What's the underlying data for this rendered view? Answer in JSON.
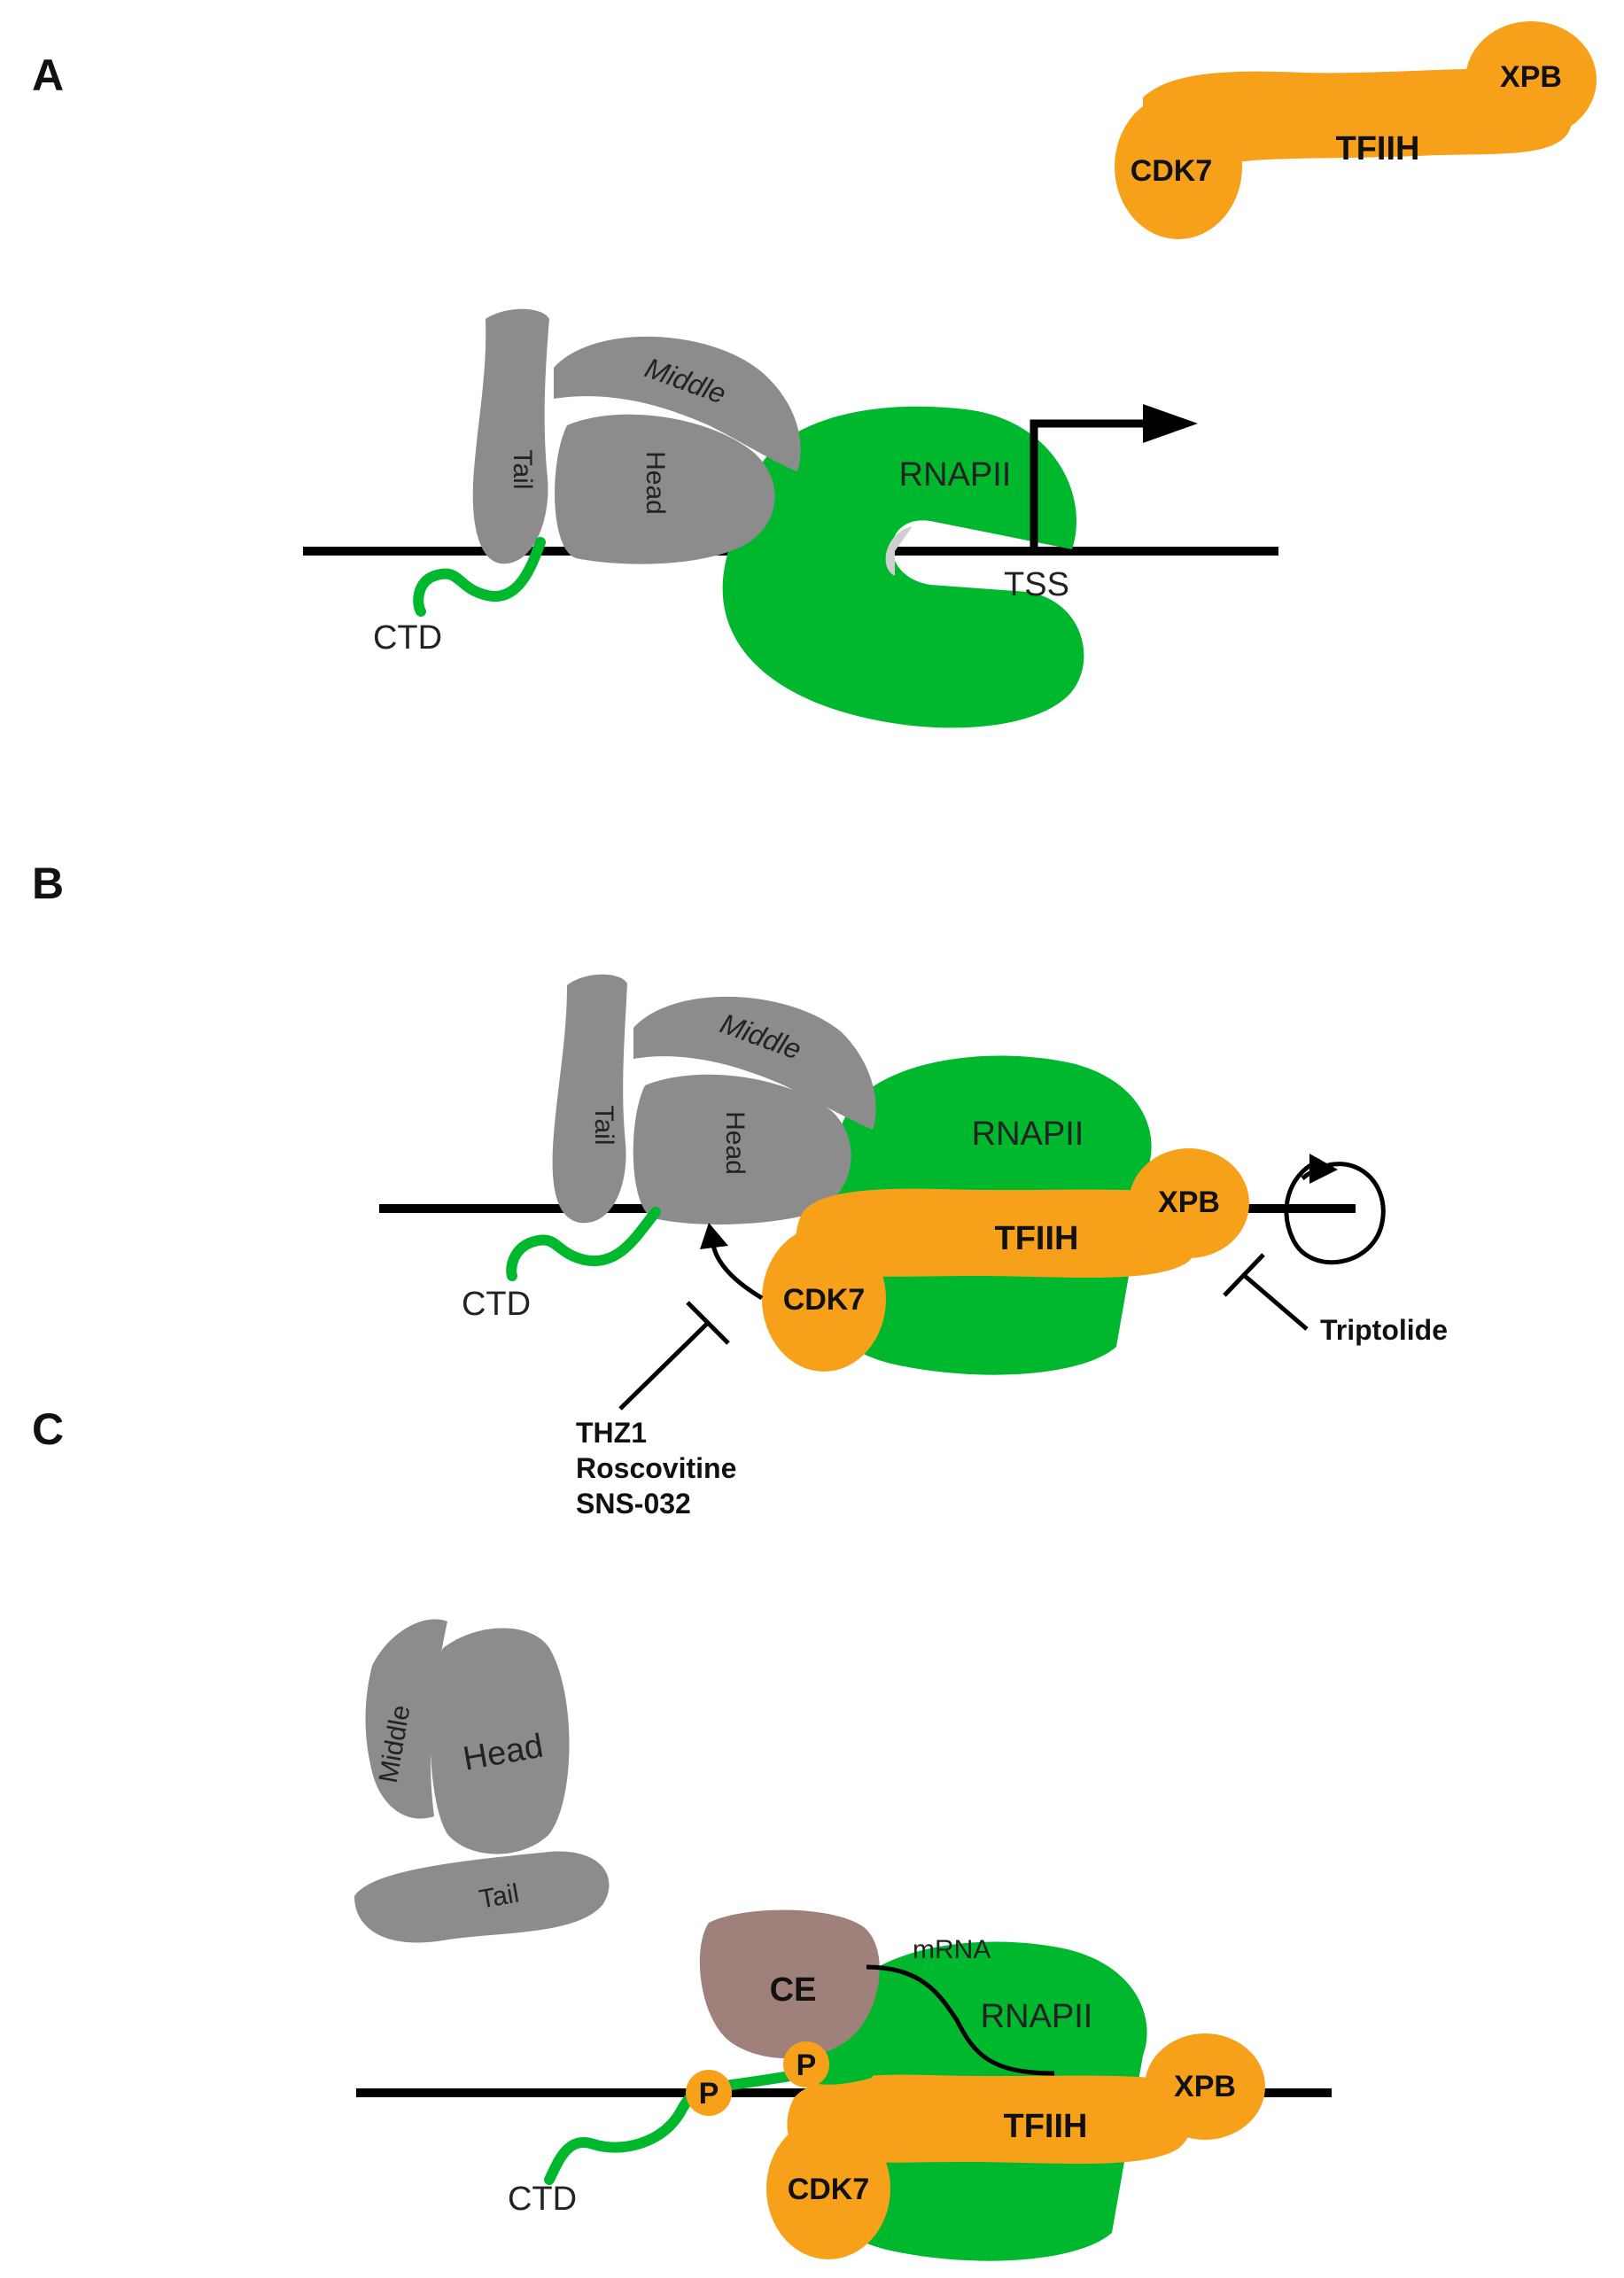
{
  "panels": {
    "a": {
      "letter": "A",
      "tfiih": "TFIIH",
      "xpb": "XPB",
      "cdk7": "CDK7",
      "tail": "Tail",
      "middle": "Middle",
      "head": "Head",
      "rnapii": "RNAPII",
      "tss": "TSS",
      "ctd": "CTD"
    },
    "b": {
      "letter": "B",
      "tail": "Tail",
      "middle": "Middle",
      "head": "Head",
      "rnapii": "RNAPII",
      "tfiih": "TFIIH",
      "xpb": "XPB",
      "cdk7": "CDK7",
      "ctd": "CTD",
      "inhibitor_cdk7": [
        "THZ1",
        "Roscovitine",
        "SNS-032"
      ],
      "inhibitor_xpb": "Triptolide"
    },
    "c": {
      "letter": "C",
      "middle": "Middle",
      "head": "Head",
      "tail": "Tail",
      "ce": "CE",
      "mrna": "mRNA",
      "rnapii": "RNAPII",
      "tfiih": "TFIIH",
      "xpb": "XPB",
      "cdk7": "CDK7",
      "ctd": "CTD",
      "phospho": "P"
    }
  },
  "colors": {
    "rnapii_green": "#00b82e",
    "tfiih_orange": "#f7a11a",
    "mediator_gray": "#8c8c8c",
    "ce_brown": "#a0807a",
    "dna_black": "#000000"
  }
}
